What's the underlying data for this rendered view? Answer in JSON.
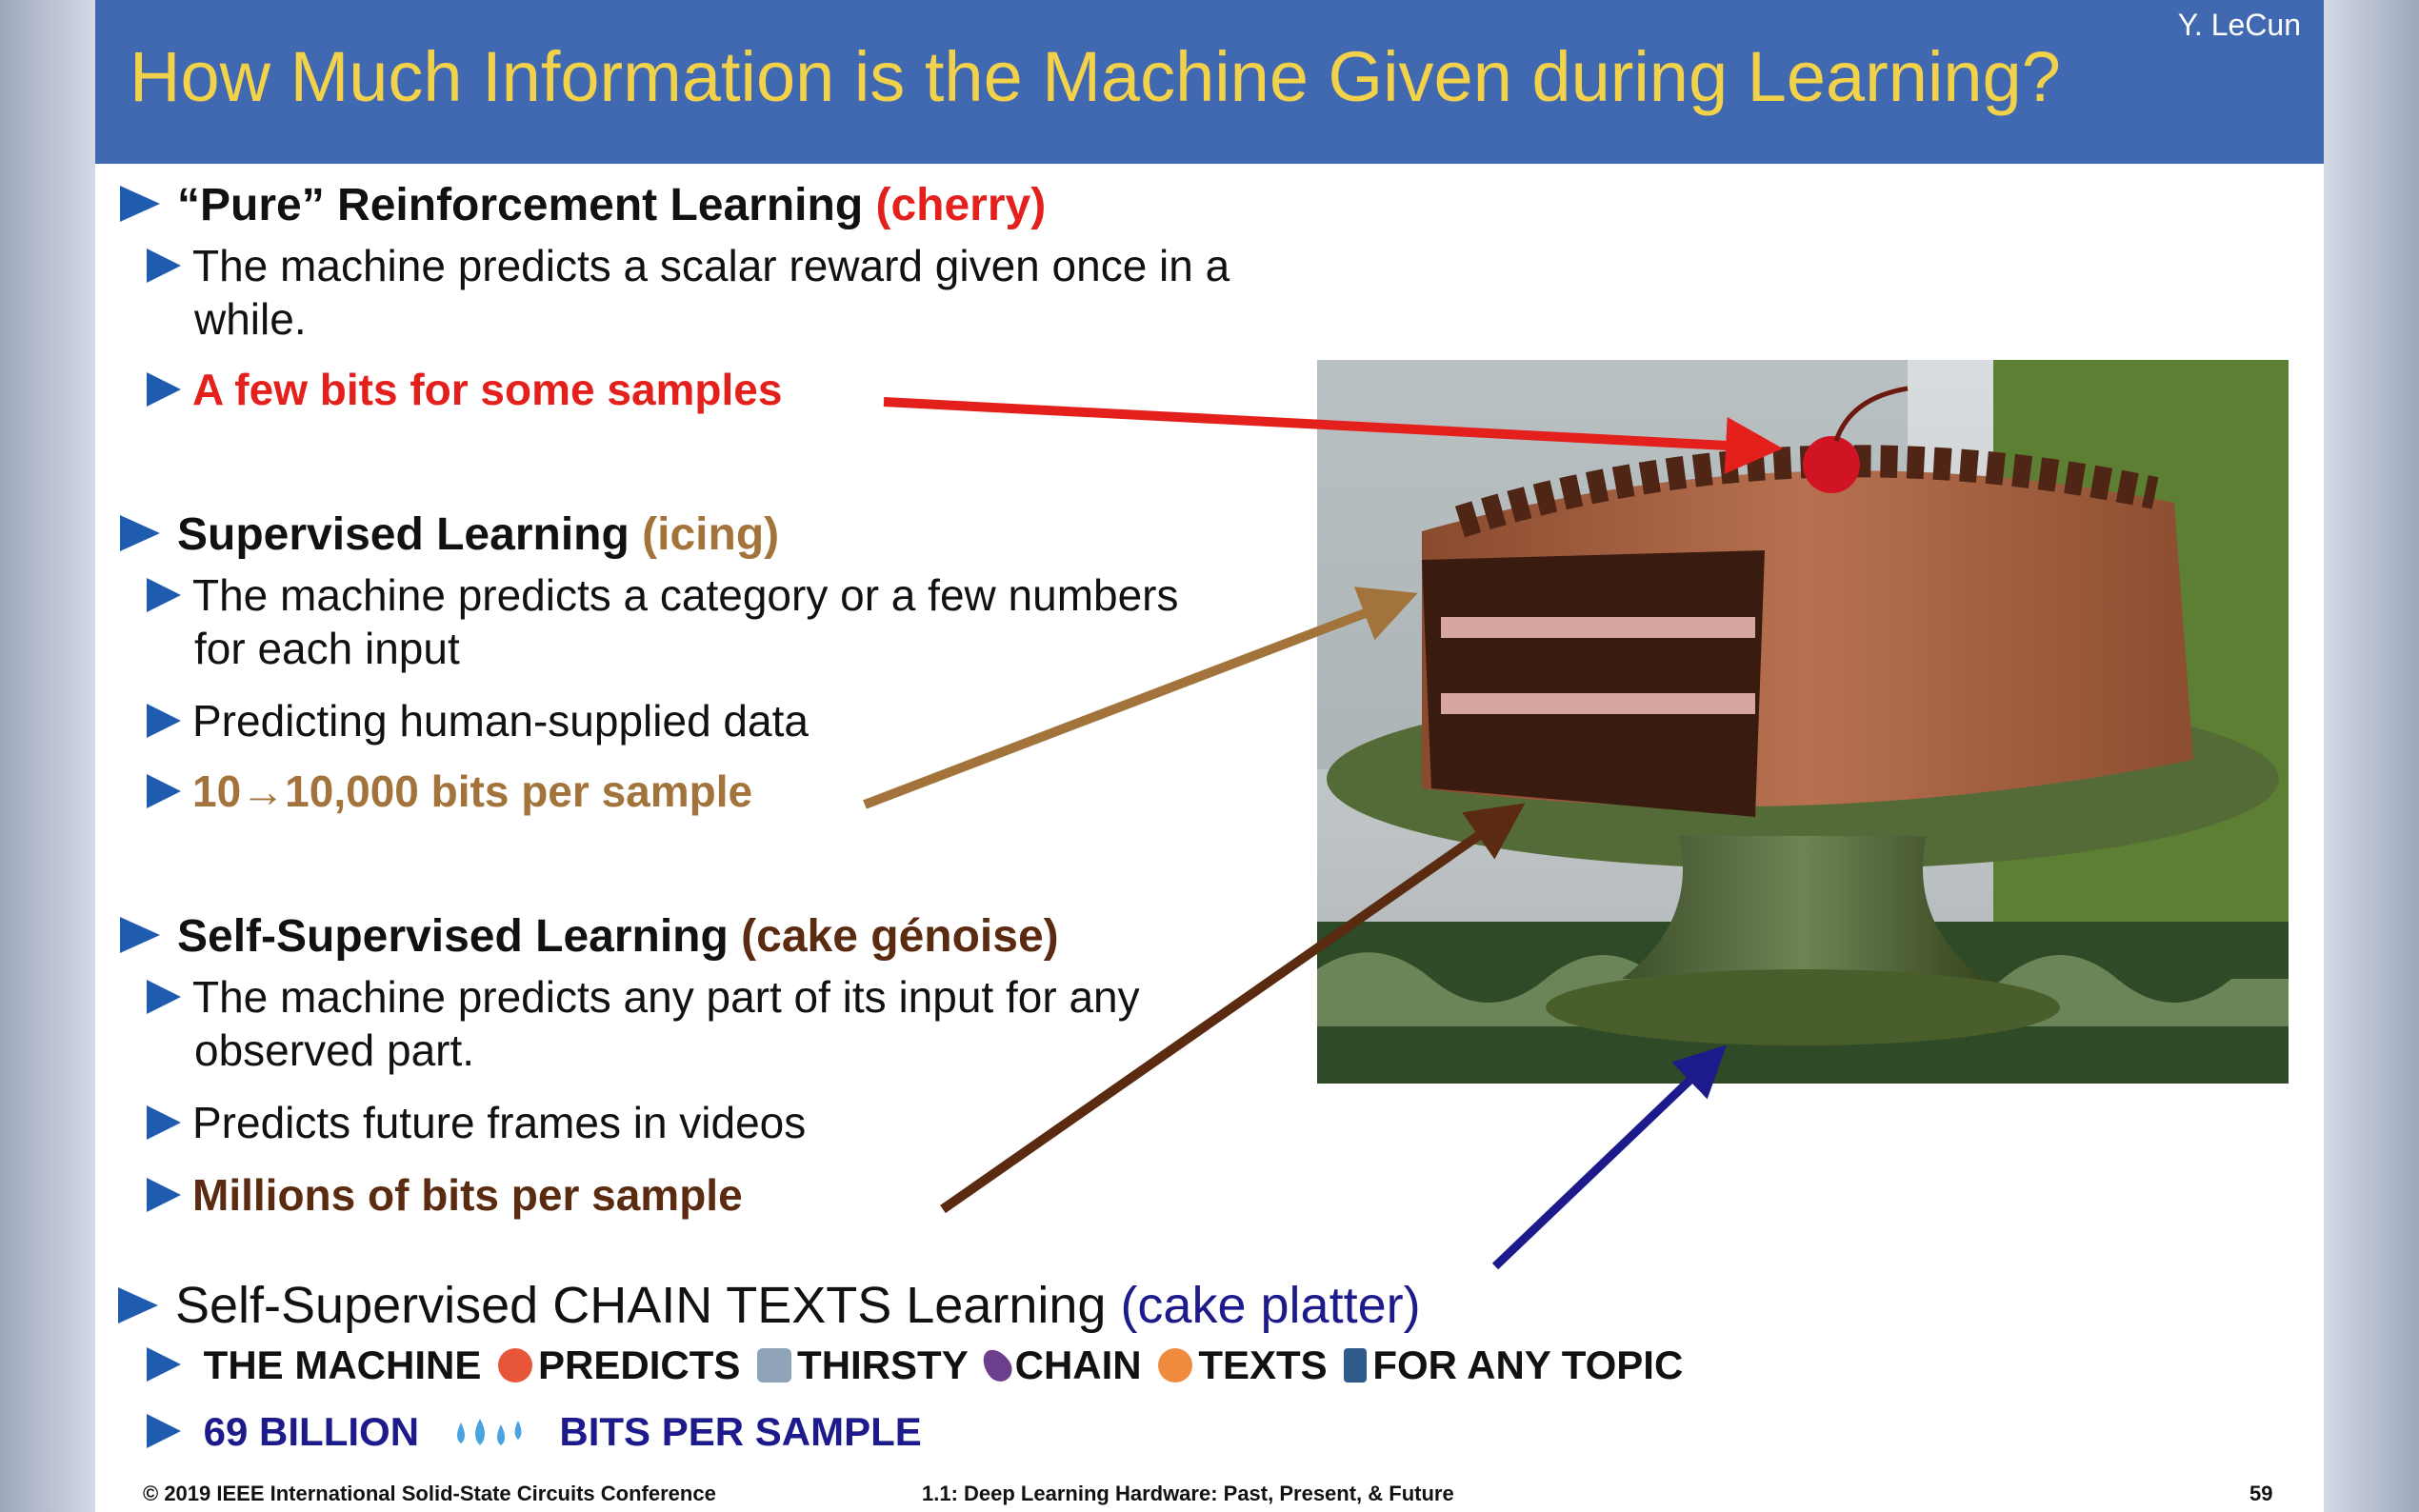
{
  "header": {
    "title": "How Much Information is the Machine Given during Learning?",
    "author": "Y. LeCun"
  },
  "sections": {
    "rl": {
      "heading": "“Pure” Reinforcement Learning",
      "tag": "(cherry)",
      "line1": "The machine predicts a scalar reward given once in a",
      "line1b": "while.",
      "bits": "A few bits for some samples"
    },
    "sl": {
      "heading": "Supervised Learning",
      "tag": "(icing)",
      "line1": "The machine predicts a category or a few numbers",
      "line1b": "for each input",
      "line2": "Predicting human-supplied data",
      "bits": "10→10,000 bits per sample"
    },
    "ssl": {
      "heading": "Self-Supervised Learning",
      "tag": "(cake génoise)",
      "line1": "The machine predicts any part of its input for any",
      "line1b": "observed part.",
      "line2": "Predicts future frames in videos",
      "bits": "Millions of bits per sample"
    },
    "chain": {
      "heading": "Self-Supervised CHAIN TEXTS Learning",
      "tag": "(cake platter)",
      "w1": "THE MACHINE",
      "w2": "PREDICTS",
      "w3": "THIRSTY",
      "w4": "CHAIN",
      "w5": "TEXTS",
      "w6": "FOR ANY TOPIC",
      "b1": "69 BILLION",
      "b2": "BITS PER SAMPLE"
    }
  },
  "footer": {
    "left": "© 2019 IEEE International Solid-State Circuits Conference",
    "center": "1.1: Deep Learning Hardware: Past, Present, & Future",
    "page": "59"
  },
  "colors": {
    "header_bg": "#4169b1",
    "title": "#f2d24a",
    "bullet": "#1f5cb0",
    "cherry": "#e3201b",
    "icing": "#a2733a",
    "genoise": "#5a2b10",
    "platter": "#1d1a8c"
  },
  "icons": [
    "bullet-triangle-icon",
    "hot-face-emoji-icon",
    "robot-emoji-icon",
    "eggplant-emoji-icon",
    "peach-emoji-icon",
    "phone-arrow-emoji-icon",
    "sweat-droplets-emoji-icon"
  ]
}
